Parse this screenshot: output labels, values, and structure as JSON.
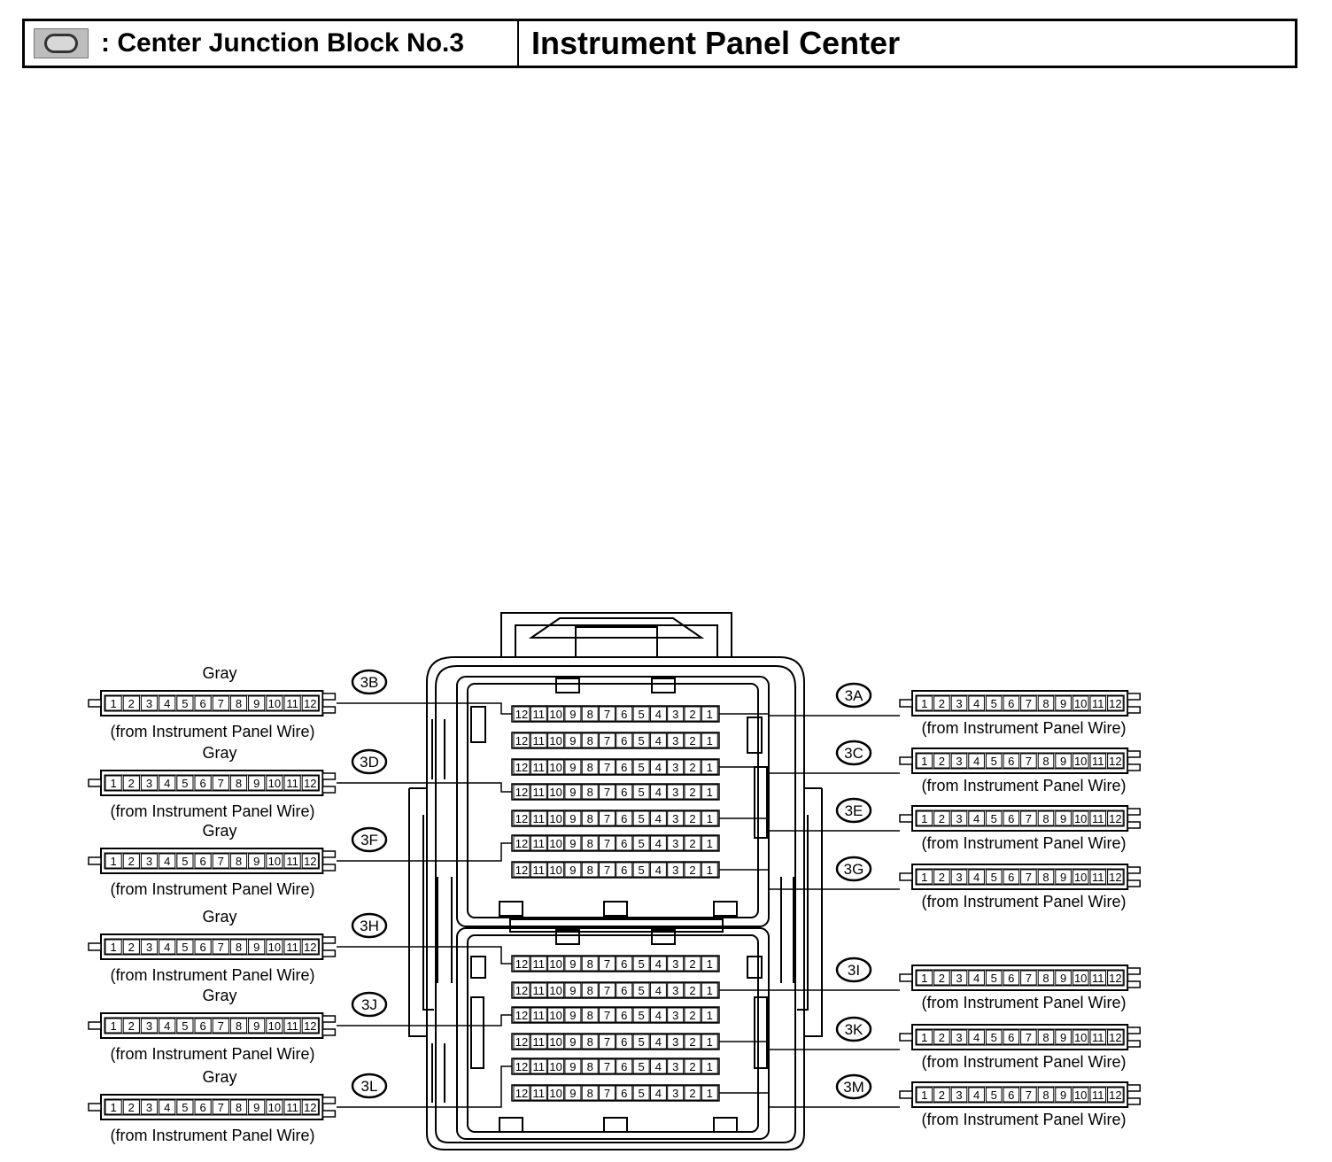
{
  "header": {
    "icon": "junction-block-icon",
    "left_title": ": Center Junction Block No.3",
    "right_title": "Instrument Panel Center"
  },
  "pins": [
    "1",
    "2",
    "3",
    "4",
    "5",
    "6",
    "7",
    "8",
    "9",
    "10",
    "11",
    "12"
  ],
  "block_pins": [
    "12",
    "11",
    "10",
    "9",
    "8",
    "7",
    "6",
    "5",
    "4",
    "3",
    "2",
    "1"
  ],
  "left_connectors": [
    {
      "id": "3B",
      "color": "Gray",
      "caption": "(from Instrument Panel Wire)"
    },
    {
      "id": "3D",
      "color": "Gray",
      "caption": "(from Instrument Panel Wire)"
    },
    {
      "id": "3F",
      "color": "Gray",
      "caption": "(from Instrument Panel Wire)"
    },
    {
      "id": "3H",
      "color": "Gray",
      "caption": "(from Instrument Panel Wire)"
    },
    {
      "id": "3J",
      "color": "Gray",
      "caption": "(from Instrument Panel Wire)"
    },
    {
      "id": "3L",
      "color": "Gray",
      "caption": "(from Instrument Panel Wire)"
    }
  ],
  "right_connectors": [
    {
      "id": "3A",
      "caption": "(from Instrument Panel Wire)"
    },
    {
      "id": "3C",
      "caption": "(from Instrument Panel Wire)"
    },
    {
      "id": "3E",
      "caption": "(from Instrument Panel Wire)"
    },
    {
      "id": "3G",
      "caption": "(from Instrument Panel Wire)"
    },
    {
      "id": "3I",
      "caption": "(from Instrument Panel Wire)"
    },
    {
      "id": "3K",
      "caption": "(from Instrument Panel Wire)"
    },
    {
      "id": "3M",
      "caption": "(from Instrument Panel Wire)"
    }
  ]
}
